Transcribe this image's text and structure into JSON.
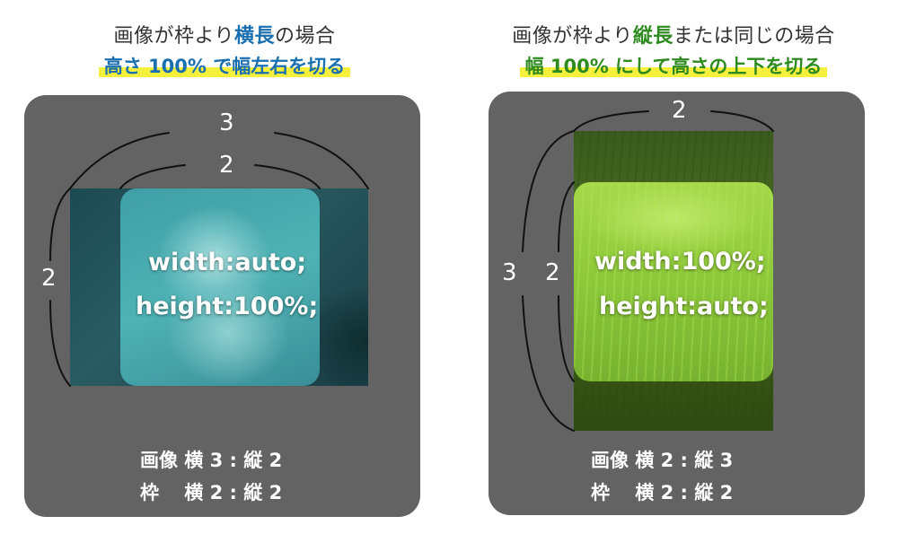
{
  "left": {
    "title_pre": "画像が枠より",
    "title_em": "横長",
    "title_post": "の場合",
    "subtitle": "高さ 100% で幅左右を切る",
    "num_outer_width": "3",
    "num_inner_width": "2",
    "num_height": "2",
    "css_width": "width:auto;",
    "css_height": "height:100%;",
    "caption_image": "画像 横 3 : 縦 2",
    "caption_frame": "枠　 横 2 : 縦 2"
  },
  "right": {
    "title_pre": "画像が枠より",
    "title_em": "縦長",
    "title_post": "または同じの場合",
    "subtitle": "幅 100% にして高さの上下を切る",
    "num_width": "2",
    "num_outer_height": "3",
    "num_inner_height": "2",
    "css_width": "width:100%;",
    "css_height": "height:auto;",
    "caption_image": "画像 横 2 : 縦 3",
    "caption_frame": "枠　 横 2 : 縦 2"
  },
  "colors": {
    "panel_bg": "#636363",
    "accent_blue": "#1a6fb0",
    "accent_green": "#2d8a1e",
    "highlight_yellow": "#f5f03c"
  }
}
